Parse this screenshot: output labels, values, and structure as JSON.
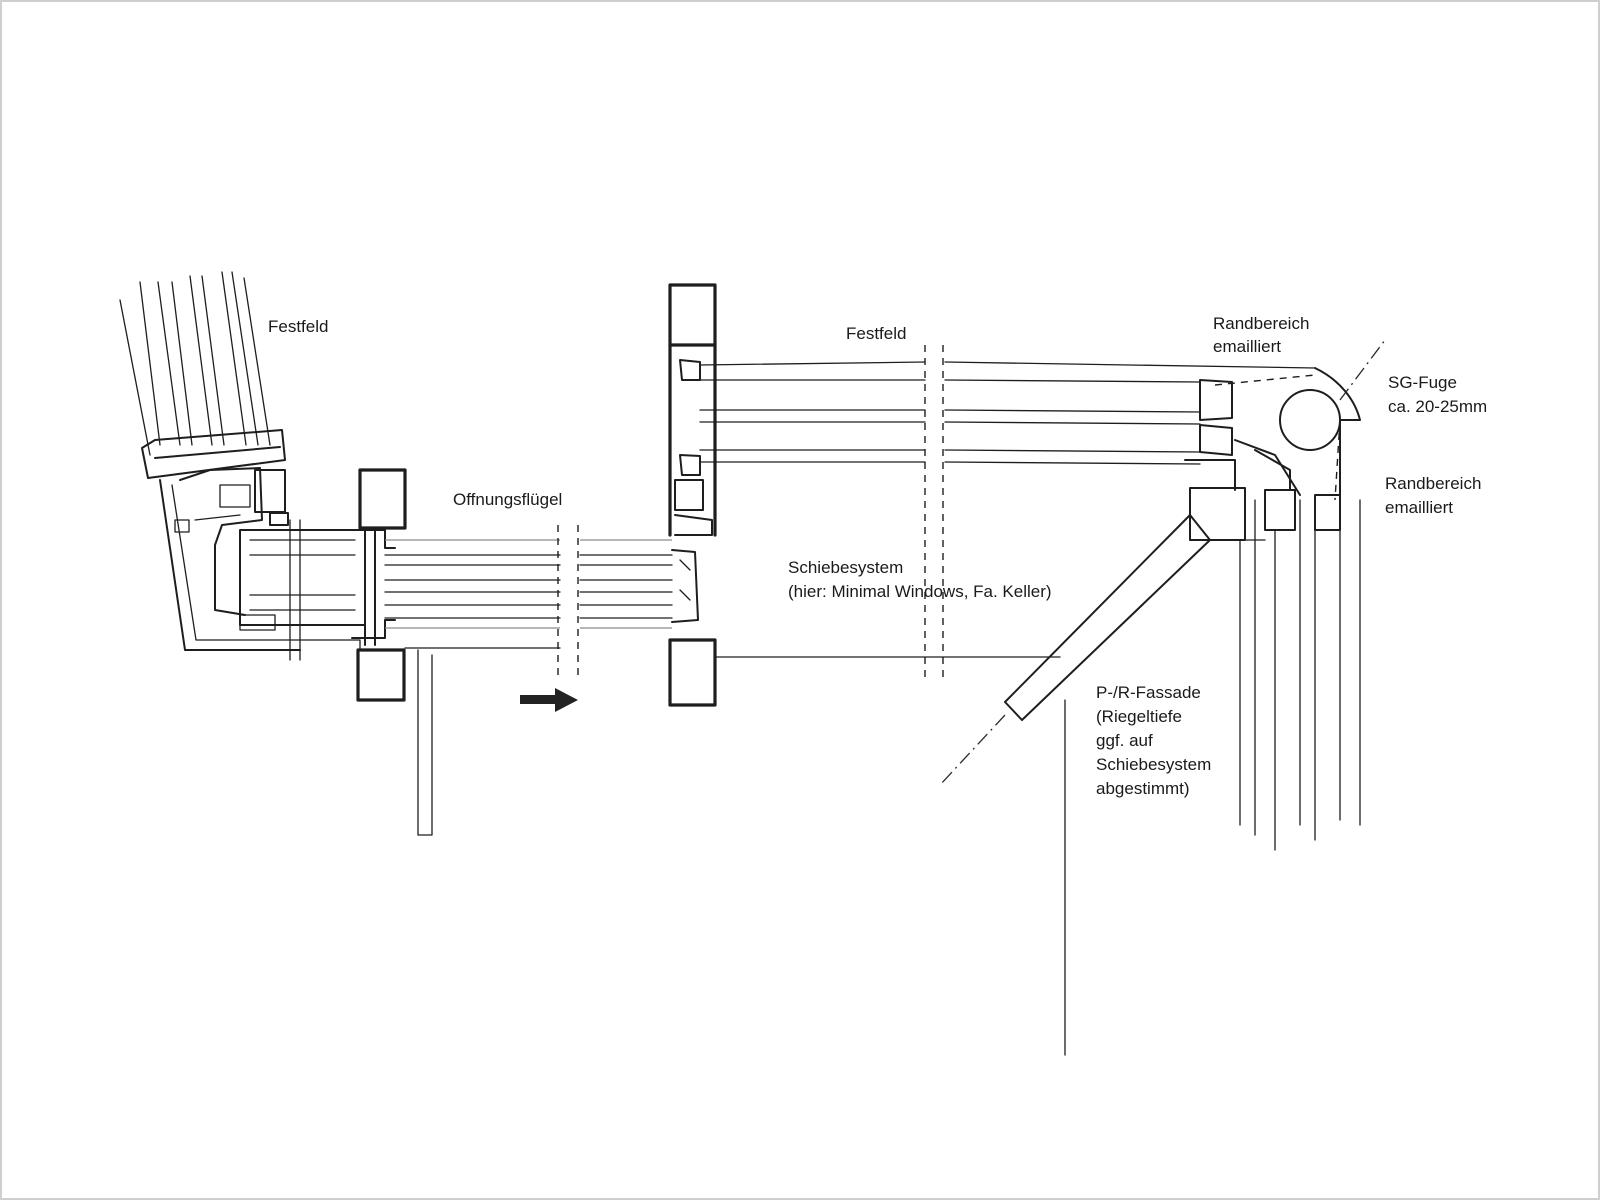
{
  "labels": {
    "festfeld_left": "Festfeld",
    "festfeld_right": "Festfeld",
    "oeffnungsfluegel": "Offnungsflügel",
    "schiebesystem": "Schiebesystem",
    "schiebesystem_detail": "(hier: Minimal Windows, Fa. Keller)",
    "randbereich_top_1": "Randbereich",
    "randbereich_top_2": "emailliert",
    "sg_fuge_1": "SG-Fuge",
    "sg_fuge_2": "ca. 20-25mm",
    "randbereich_right_1": "Randbereich",
    "randbereich_right_2": "emailliert",
    "pr_fassade_1": "P-/R-Fassade",
    "pr_fassade_2": "(Riegeltiefe",
    "pr_fassade_3": "ggf. auf",
    "pr_fassade_4": "Schiebesystem",
    "pr_fassade_5": "abgestimmt)"
  }
}
